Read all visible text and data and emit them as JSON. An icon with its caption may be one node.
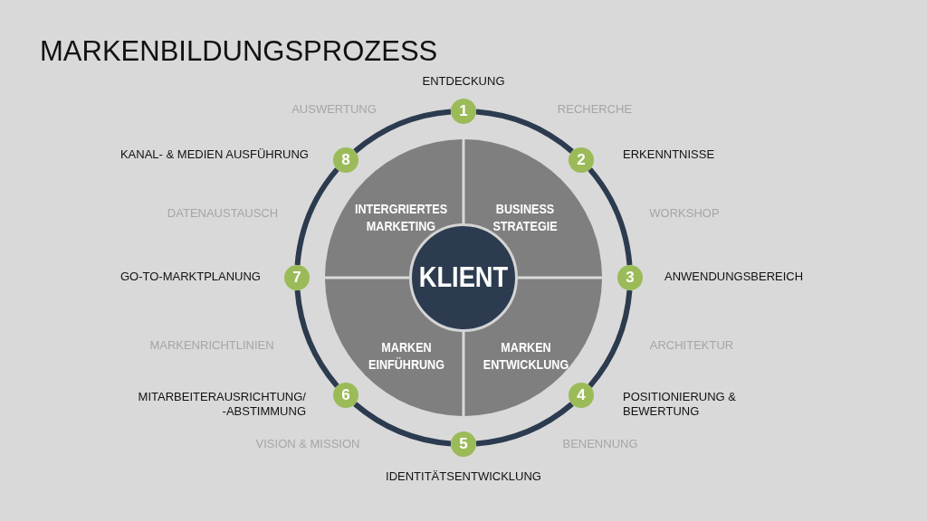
{
  "diagram": {
    "title": "MARKENBILDUNGSPROZESS",
    "nodes": [
      {
        "text": [
          "1"
        ],
        "beside": [
          "ENTDECKUNG"
        ]
      },
      {
        "text": [
          "2"
        ],
        "beside": [
          "ERKENNTNISSE"
        ]
      },
      {
        "text": [
          "3"
        ],
        "beside": [
          "ANWENDUNGSBEREICH"
        ]
      },
      {
        "text": [
          "4"
        ],
        "beside": [
          "POSITIONIERUNG & BEWERTUNG"
        ]
      },
      {
        "text": [
          "5"
        ],
        "beside": [
          "IDENTITÄTSENTWICKLUNG"
        ]
      },
      {
        "text": [
          "6"
        ],
        "beside": [
          "MITARBEITERAUSRICHTUNG/ -ABSTIMMUNG"
        ]
      },
      {
        "text": [
          "7"
        ],
        "beside": [
          "GO-TO-MARKTPLANUNG"
        ]
      },
      {
        "text": [
          "8"
        ],
        "beside": [
          "KANAL- & MEDIEN AUSFÜHRUNG"
        ]
      },
      {
        "text": [
          "INTERGRIERTES MARKETING"
        ]
      },
      {
        "text": [
          "BUSINESS STRATEGIE"
        ]
      },
      {
        "text": [
          "MARKEN EINFÜHRUNG"
        ]
      },
      {
        "text": [
          "MARKEN ENTWICKLUNG"
        ]
      },
      {
        "text": [
          "KLIENT"
        ]
      }
    ],
    "edges": [
      {
        "from": 0,
        "to": 1,
        "arrow": "none"
      },
      {
        "from": 1,
        "to": 2,
        "arrow": "none"
      },
      {
        "from": 2,
        "to": 3,
        "arrow": "none"
      },
      {
        "from": 3,
        "to": 4,
        "arrow": "none"
      },
      {
        "from": 4,
        "to": 5,
        "arrow": "none"
      },
      {
        "from": 5,
        "to": 6,
        "arrow": "none"
      },
      {
        "from": 6,
        "to": 7,
        "arrow": "none"
      },
      {
        "from": 7,
        "to": 0,
        "arrow": "none"
      }
    ],
    "labels": [
      "AUSWERTUNG",
      "RECHERCHE",
      "DATENAUSTAUSCH",
      "WORKSHOP",
      "MARKENRICHTLINIEN",
      "ARCHITEKTUR",
      "VISION & MISSION",
      "BENENNUNG"
    ]
  }
}
